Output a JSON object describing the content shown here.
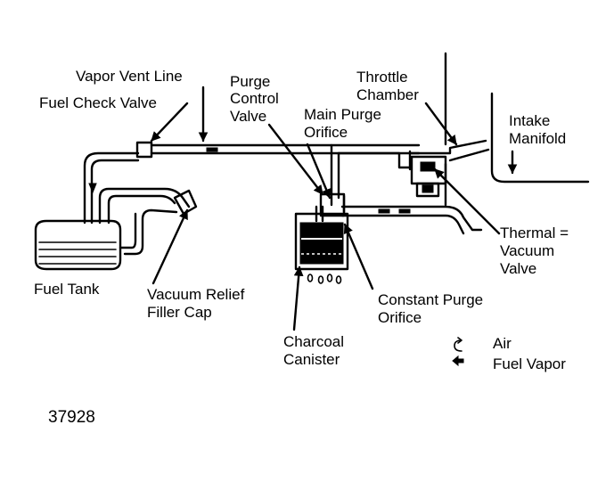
{
  "labels": {
    "vapor_vent_line": "Vapor Vent Line",
    "fuel_check_valve": "Fuel Check Valve",
    "purge_control_valve": [
      "Purge",
      "Control",
      "Valve"
    ],
    "main_purge_orifice": [
      "Main Purge",
      "Orifice"
    ],
    "throttle_chamber": [
      "Throttle",
      "Chamber"
    ],
    "intake_manifold": [
      "Intake",
      "Manifold"
    ],
    "thermal_vacuum_valve": [
      "Thermal =",
      "Vacuum",
      "Valve"
    ],
    "constant_purge_orifice": [
      "Constant Purge",
      "Orifice"
    ],
    "fuel_tank": "Fuel Tank",
    "vacuum_relief_filler_cap": [
      "Vacuum Relief",
      "Filler Cap"
    ],
    "charcoal_canister": [
      "Charcoal",
      "Canister"
    ]
  },
  "legend": {
    "air": "Air",
    "fuel_vapor": "Fuel Vapor"
  },
  "figure_number": "37928"
}
